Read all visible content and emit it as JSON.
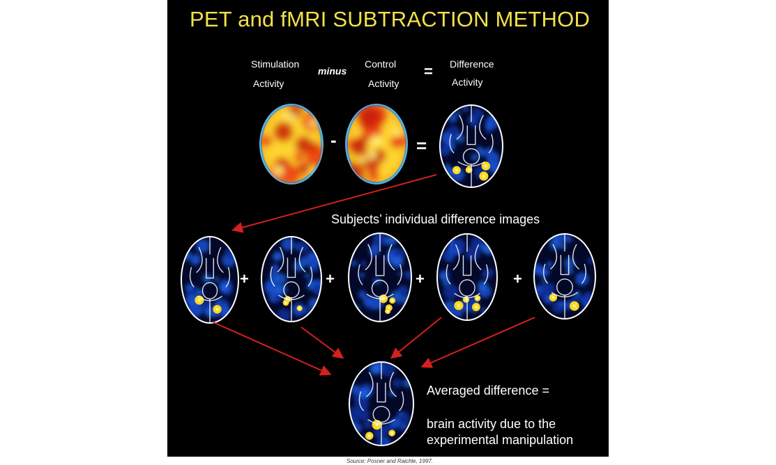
{
  "title": "PET and fMRI SUBTRACTION METHOD",
  "equation": {
    "stimulation": [
      "Stimulation",
      "Activity"
    ],
    "minus_word": "minus",
    "control": [
      "Control",
      "Activity"
    ],
    "equals_sign": "=",
    "difference": [
      "Difference",
      "Activity"
    ],
    "minus_sign": "-",
    "equals_sign_images": "="
  },
  "subjects_label": "Subjects’ individual difference images",
  "plus_sign": "+",
  "averaged": {
    "line1": "Averaged difference =",
    "line2": "brain activity due to the",
    "line3": "experimental manipulation"
  },
  "source": "Source: Posner and Raichle, 1997.",
  "colors": {
    "title": "#f2e24a",
    "arrow": "#d42020",
    "background": "#000000",
    "pet_hot": "#e83a10",
    "pet_warm": "#ffd01a",
    "brain_outline": "#ffffff",
    "fmri_blue": "#1a4fd0"
  }
}
